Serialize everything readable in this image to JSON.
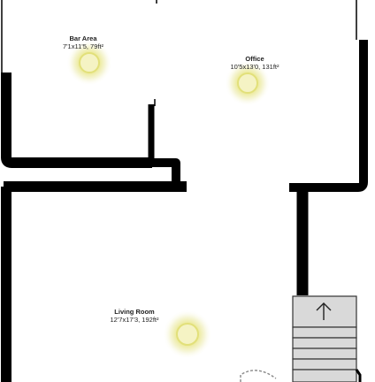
{
  "rooms": [
    {
      "name": "Bar Area",
      "dims": "7'1x11'5, 79ft²"
    },
    {
      "name": "Office",
      "dims": "10'5x13'0, 131ft²"
    },
    {
      "name": "Living Room",
      "dims": "12'7x17'3, 192ft²"
    }
  ],
  "icons": {
    "light": "ceiling-light-icon",
    "stairs_arrow": "arrow-up-icon",
    "door_swing": "door-swing-icon"
  },
  "colors": {
    "wall": "#000000",
    "light_core": "#f4f1b8",
    "light_glow": "#e2e07a",
    "stair_fill": "#d9d9d9",
    "door_dash": "#888888"
  }
}
